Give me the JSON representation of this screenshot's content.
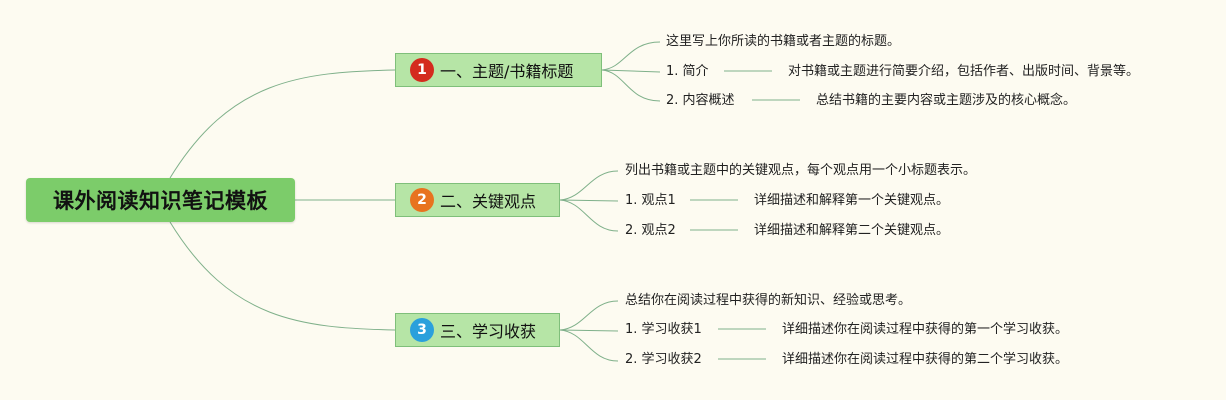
{
  "root": {
    "title": "课外阅读知识笔记模板"
  },
  "branches": [
    {
      "number": "1",
      "badge_color": "#d42b1e",
      "title": "一、主题/书籍标题",
      "summary": "这里写上你所读的书籍或者主题的标题。",
      "items": [
        {
          "label": "1. 简介",
          "detail": "对书籍或主题进行简要介绍，包括作者、出版时间、背景等。"
        },
        {
          "label": "2. 内容概述",
          "detail": "总结书籍的主要内容或主题涉及的核心概念。"
        }
      ]
    },
    {
      "number": "2",
      "badge_color": "#e8731f",
      "title": "二、关键观点",
      "summary": "列出书籍或主题中的关键观点，每个观点用一个小标题表示。",
      "items": [
        {
          "label": "1. 观点1",
          "detail": "详细描述和解释第一个关键观点。"
        },
        {
          "label": "2. 观点2",
          "detail": "详细描述和解释第二个关键观点。"
        }
      ]
    },
    {
      "number": "3",
      "badge_color": "#2aa0dc",
      "title": "三、学习收获",
      "summary": "总结你在阅读过程中获得的新知识、经验或思考。",
      "items": [
        {
          "label": "1. 学习收获1",
          "detail": "详细描述你在阅读过程中获得的第一个学习收获。"
        },
        {
          "label": "2. 学习收获2",
          "detail": "详细描述你在阅读过程中获得的第二个学习收获。"
        }
      ]
    }
  ],
  "colors": {
    "background": "#fdfbf1",
    "root_fill": "#7ccc6a",
    "topic_fill": "#b6e5a6",
    "line": "#7fb08a"
  }
}
